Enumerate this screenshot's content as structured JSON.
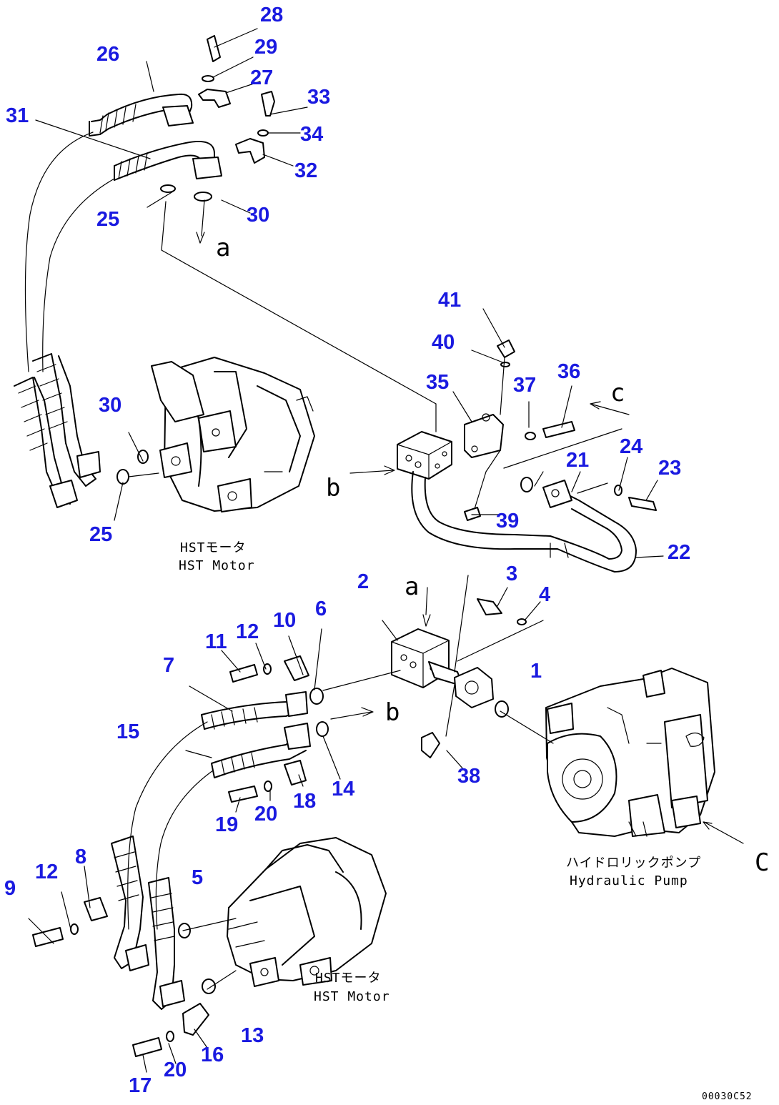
{
  "callouts": [
    {
      "id": "1",
      "label": "1"
    },
    {
      "id": "2",
      "label": "2"
    },
    {
      "id": "3",
      "label": "3"
    },
    {
      "id": "4",
      "label": "4"
    },
    {
      "id": "5",
      "label": "5"
    },
    {
      "id": "6",
      "label": "6"
    },
    {
      "id": "7",
      "label": "7"
    },
    {
      "id": "8",
      "label": "8"
    },
    {
      "id": "9",
      "label": "9"
    },
    {
      "id": "10",
      "label": "10"
    },
    {
      "id": "11",
      "label": "11"
    },
    {
      "id": "12a",
      "label": "12"
    },
    {
      "id": "12b",
      "label": "12"
    },
    {
      "id": "13",
      "label": "13"
    },
    {
      "id": "14",
      "label": "14"
    },
    {
      "id": "15",
      "label": "15"
    },
    {
      "id": "16",
      "label": "16"
    },
    {
      "id": "17",
      "label": "17"
    },
    {
      "id": "18",
      "label": "18"
    },
    {
      "id": "19",
      "label": "19"
    },
    {
      "id": "20a",
      "label": "20"
    },
    {
      "id": "20b",
      "label": "20"
    },
    {
      "id": "21",
      "label": "21"
    },
    {
      "id": "22",
      "label": "22"
    },
    {
      "id": "23",
      "label": "23"
    },
    {
      "id": "24",
      "label": "24"
    },
    {
      "id": "25a",
      "label": "25"
    },
    {
      "id": "25b",
      "label": "25"
    },
    {
      "id": "26",
      "label": "26"
    },
    {
      "id": "27",
      "label": "27"
    },
    {
      "id": "28",
      "label": "28"
    },
    {
      "id": "29",
      "label": "29"
    },
    {
      "id": "30a",
      "label": "30"
    },
    {
      "id": "30b",
      "label": "30"
    },
    {
      "id": "31",
      "label": "31"
    },
    {
      "id": "32",
      "label": "32"
    },
    {
      "id": "33",
      "label": "33"
    },
    {
      "id": "34",
      "label": "34"
    },
    {
      "id": "35",
      "label": "35"
    },
    {
      "id": "36",
      "label": "36"
    },
    {
      "id": "37",
      "label": "37"
    },
    {
      "id": "38",
      "label": "38"
    },
    {
      "id": "39",
      "label": "39"
    },
    {
      "id": "40",
      "label": "40"
    },
    {
      "id": "41",
      "label": "41"
    }
  ],
  "reference_letters": {
    "a_top": "a",
    "a_mid": "a",
    "b_upper": "b",
    "b_lower": "b",
    "c_upper": "c",
    "c_lower": "C"
  },
  "captions": {
    "hst_motor_upper_jp": "HSTモータ",
    "hst_motor_upper_en": "HST Motor",
    "hst_motor_lower_jp": "HSTモータ",
    "hst_motor_lower_en": "HST Motor",
    "hydraulic_pump_jp": "ハイドロリックポンプ",
    "hydraulic_pump_en": "Hydraulic Pump"
  },
  "drawing_code": "00030C52",
  "colors": {
    "callout": "#1a1ae0",
    "line": "#000000",
    "background": "#ffffff"
  }
}
